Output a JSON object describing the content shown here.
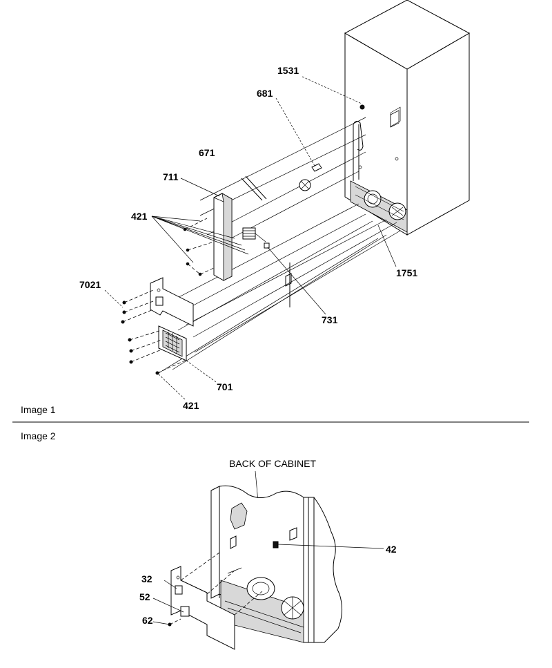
{
  "image1": {
    "caption": "Image 1",
    "callouts": {
      "c1531": "1531",
      "c681": "681",
      "c671": "671",
      "c711": "711",
      "c421_top": "421",
      "c7021": "7021",
      "c1751": "1751",
      "c731": "731",
      "c701": "701",
      "c421_bottom": "421"
    }
  },
  "image2": {
    "caption": "Image 2",
    "heading": "BACK OF CABINET",
    "callouts": {
      "c42": "42",
      "c32": "32",
      "c52": "52",
      "c62": "62"
    }
  }
}
